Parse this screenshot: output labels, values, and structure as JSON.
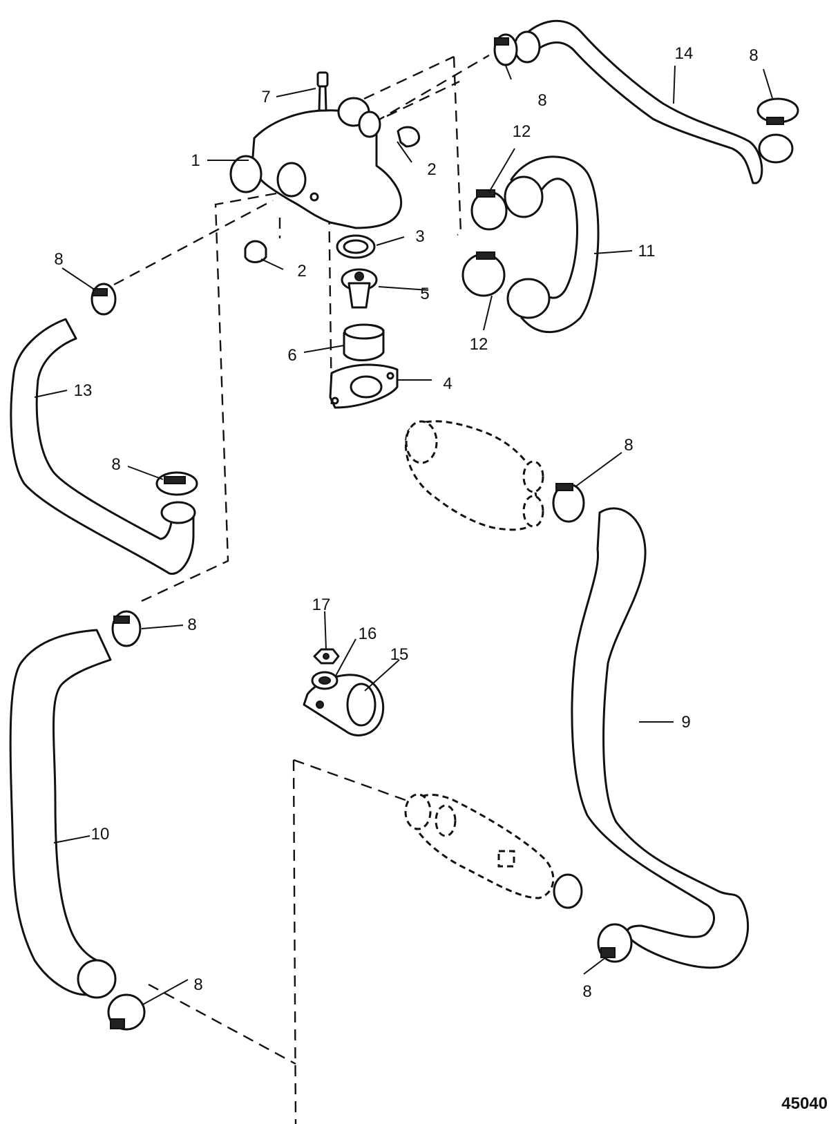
{
  "diagram": {
    "drawing_id": "45040",
    "callouts": [
      {
        "id": "c1",
        "label": "1"
      },
      {
        "id": "c2a",
        "label": "2"
      },
      {
        "id": "c2b",
        "label": "2"
      },
      {
        "id": "c3",
        "label": "3"
      },
      {
        "id": "c4",
        "label": "4"
      },
      {
        "id": "c5",
        "label": "5"
      },
      {
        "id": "c6",
        "label": "6"
      },
      {
        "id": "c7",
        "label": "7"
      },
      {
        "id": "c8a",
        "label": "8"
      },
      {
        "id": "c8b",
        "label": "8"
      },
      {
        "id": "c8c",
        "label": "8"
      },
      {
        "id": "c8d",
        "label": "8"
      },
      {
        "id": "c8e",
        "label": "8"
      },
      {
        "id": "c8f",
        "label": "8"
      },
      {
        "id": "c8g",
        "label": "8"
      },
      {
        "id": "c8h",
        "label": "8"
      },
      {
        "id": "c9",
        "label": "9"
      },
      {
        "id": "c10",
        "label": "10"
      },
      {
        "id": "c11",
        "label": "11"
      },
      {
        "id": "c12a",
        "label": "12"
      },
      {
        "id": "c12b",
        "label": "12"
      },
      {
        "id": "c13",
        "label": "13"
      },
      {
        "id": "c14",
        "label": "14"
      },
      {
        "id": "c15",
        "label": "15"
      },
      {
        "id": "c16",
        "label": "16"
      },
      {
        "id": "c17",
        "label": "17"
      }
    ]
  }
}
